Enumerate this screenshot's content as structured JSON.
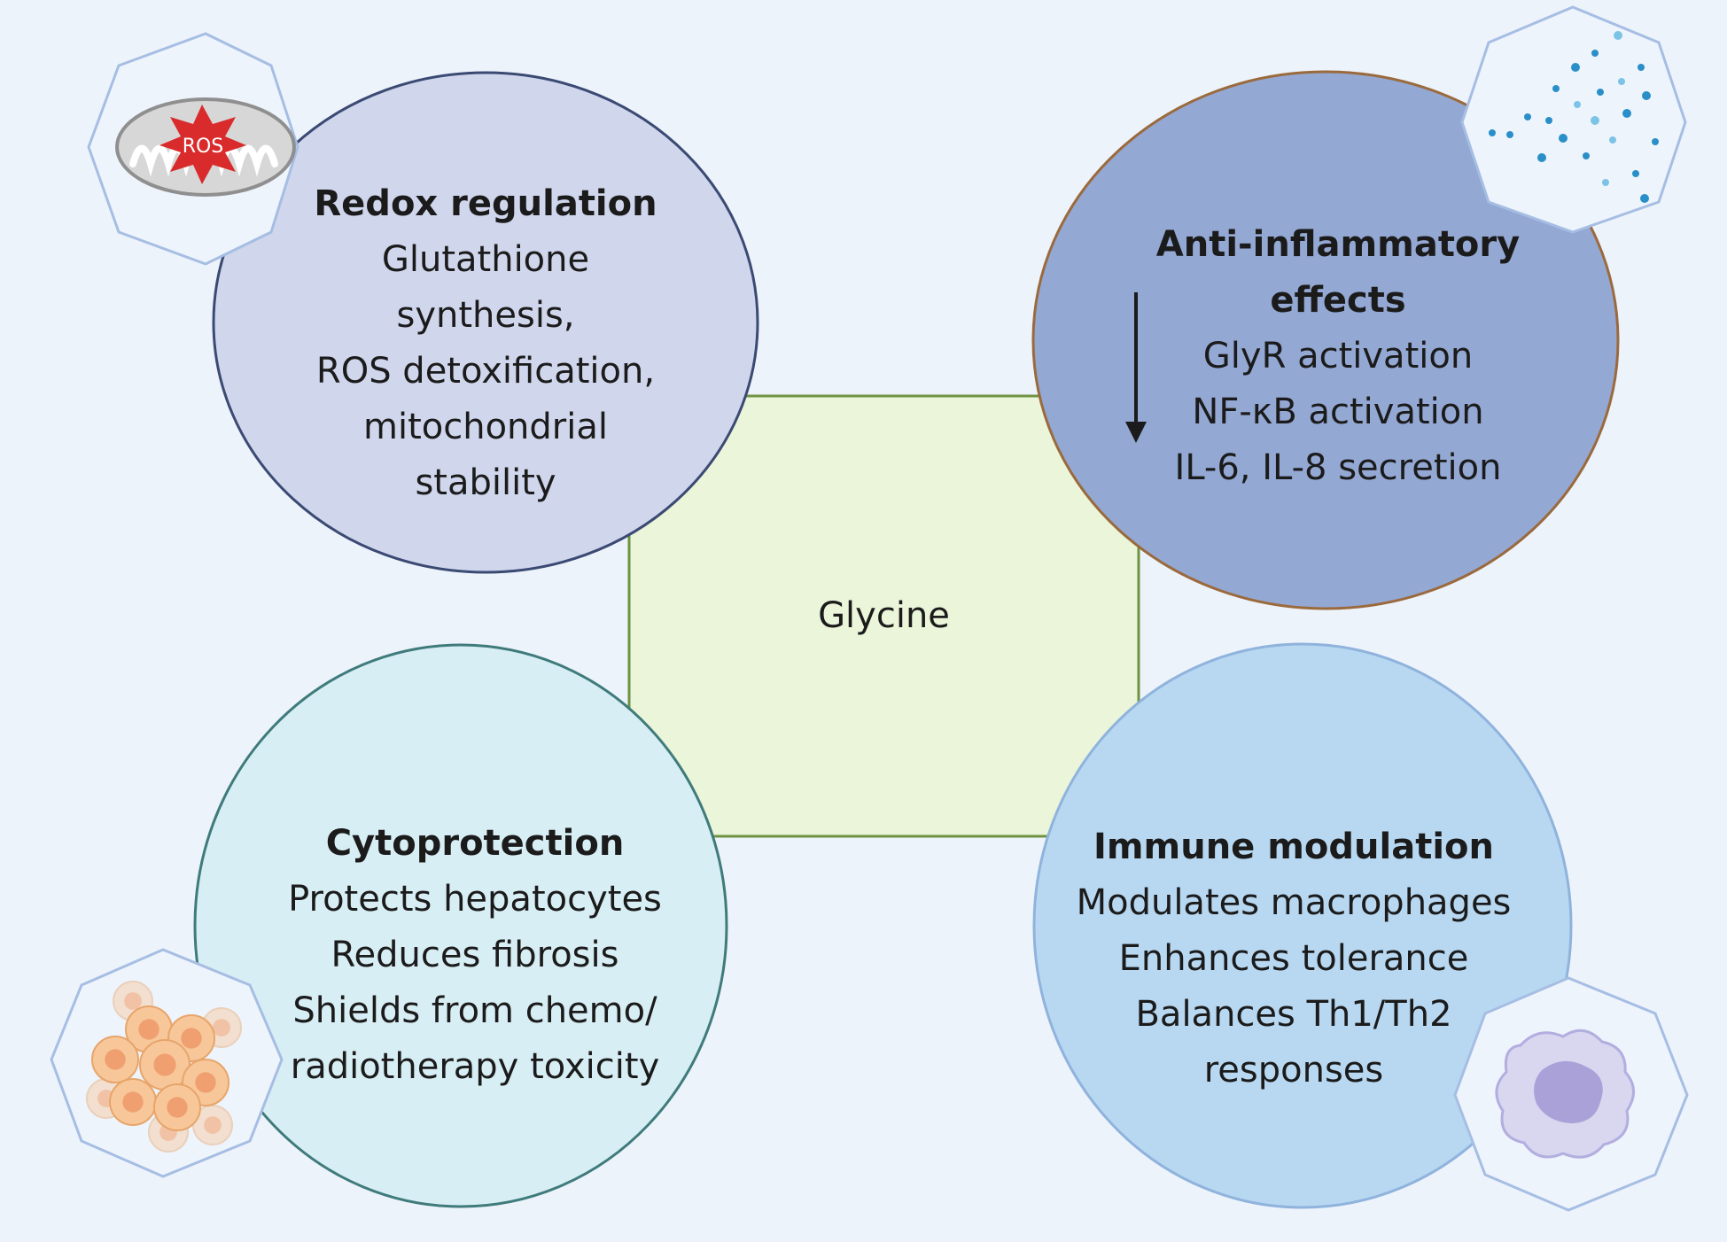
{
  "center": {
    "label": "Glycine"
  },
  "redox": {
    "title": "Redox regulation",
    "lines": [
      "Glutathione",
      "synthesis,",
      "ROS detoxification,",
      "mitochondrial",
      "stability"
    ],
    "icon_text": "ROS",
    "icon": "mitochondrion-icon"
  },
  "anti": {
    "title_lines": [
      "Anti-inflammatory",
      "effects"
    ],
    "lines": [
      "GlyR activation",
      "NF-κB activation",
      "IL-6, IL-8 secretion"
    ],
    "icon": "dots-icon"
  },
  "cyto": {
    "title": "Cytoprotection",
    "lines": [
      "Protects hepatocytes",
      "Reduces fibrosis",
      "Shields from chemo/",
      "radiotherapy toxicity"
    ],
    "icon": "cell-cluster-icon"
  },
  "immune": {
    "title": "Immune modulation",
    "lines": [
      "Modulates macrophages",
      "Enhances tolerance",
      "Balances Th1/Th2",
      "responses"
    ],
    "icon": "macrophage-icon"
  },
  "colors": {
    "background": "#edf3fb",
    "center_fill": "#ebf5d9",
    "center_stroke": "#6f9343",
    "redox_fill": "#d0d6ec",
    "redox_stroke": "#3b4a73",
    "anti_fill": "#94a8d4",
    "anti_stroke": "#9a6a3d",
    "cyto_fill": "#d8eef5",
    "cyto_stroke": "#3f7b7b",
    "immune_fill": "#b8d8f2",
    "immune_stroke": "#8fb3dc",
    "octagon_stroke": "#a6bee3"
  }
}
